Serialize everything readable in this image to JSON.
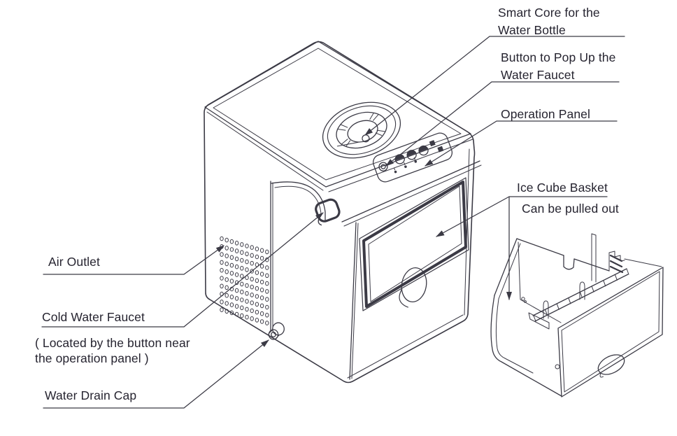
{
  "diagram": {
    "colors": {
      "background": "#ffffff",
      "line": "#3b3a45",
      "text": "#262430"
    },
    "labels": {
      "smart_core": {
        "line1": "Smart Core for the",
        "line2": "Water Bottle"
      },
      "popup_button": {
        "line1": "Button to Pop Up the",
        "line2": "Water Faucet"
      },
      "operation_panel": "Operation Panel",
      "ice_cube_basket": {
        "line1": "Ice Cube Basket",
        "line2": "Can be pulled out"
      },
      "air_outlet": "Air Outlet",
      "cold_water_faucet": "Cold Water Faucet",
      "cold_water_faucet_note": {
        "line1": "( Located by the button near",
        "line2": "the operation panel )"
      },
      "water_drain_cap": "Water Drain Cap"
    }
  }
}
